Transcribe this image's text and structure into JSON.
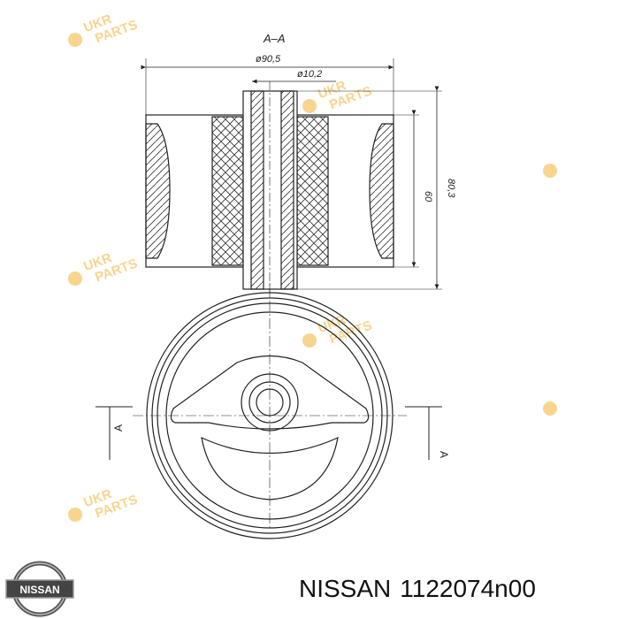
{
  "drawing": {
    "section_label": "A–A",
    "dim_outer_diameter": "ø90,5",
    "dim_inner_diameter": "ø10,2",
    "dim_height_total": "80,3",
    "dim_height_inner": "60",
    "section_marker_left": "A",
    "section_marker_right": "A"
  },
  "watermark": {
    "line1": "UKR",
    "line2": "PARTS",
    "color": "#f2b233"
  },
  "caption": {
    "brand": "NISSAN",
    "part_number": "1122074n00"
  },
  "logo": {
    "text": "NISSAN",
    "icon": "nissan-logo-icon"
  }
}
